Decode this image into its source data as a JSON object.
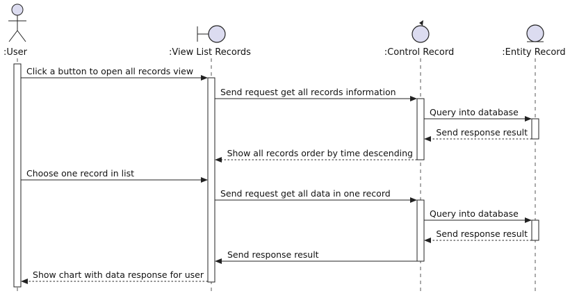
{
  "participants": [
    {
      "id": "user",
      "name": ":User",
      "kind": "actor"
    },
    {
      "id": "view",
      "name": ":View List Records",
      "kind": "boundary"
    },
    {
      "id": "control",
      "name": ":Control Record",
      "kind": "control"
    },
    {
      "id": "entity",
      "name": ":Entity Record",
      "kind": "entity"
    }
  ],
  "messages": [
    {
      "from": "user",
      "to": "view",
      "text": "Click a button to open all records view",
      "type": "sync"
    },
    {
      "from": "view",
      "to": "control",
      "text": "Send request get all records information",
      "type": "sync"
    },
    {
      "from": "control",
      "to": "entity",
      "text": "Query into database",
      "type": "sync"
    },
    {
      "from": "entity",
      "to": "control",
      "text": "Send response result",
      "type": "return"
    },
    {
      "from": "control",
      "to": "view",
      "text": "Show all records order by time descending",
      "type": "return"
    },
    {
      "from": "user",
      "to": "view",
      "text": "Choose one record in list",
      "type": "sync"
    },
    {
      "from": "view",
      "to": "control",
      "text": "Send request get all data in one record",
      "type": "sync"
    },
    {
      "from": "control",
      "to": "entity",
      "text": "Query into database",
      "type": "sync"
    },
    {
      "from": "entity",
      "to": "control",
      "text": "Send response result",
      "type": "return"
    },
    {
      "from": "control",
      "to": "view",
      "text": "Send response result",
      "type": "sync"
    },
    {
      "from": "view",
      "to": "user",
      "text": "Show chart with data response for user",
      "type": "return"
    }
  ]
}
